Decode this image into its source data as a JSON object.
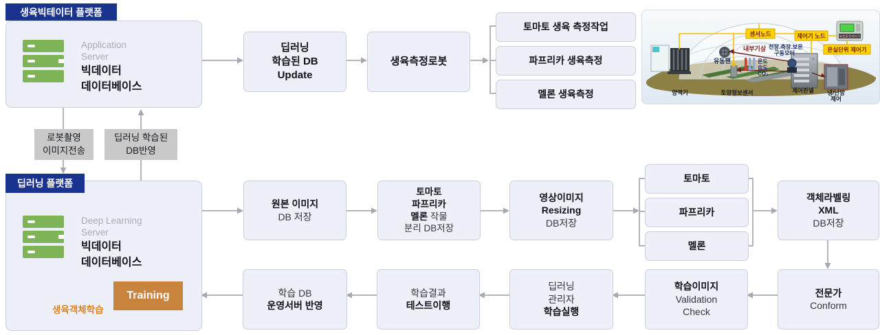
{
  "badges": {
    "growth_platform": "생육빅테이터 플랫폼",
    "deep_platform": "딥러닝 플랫폼"
  },
  "growth_platform": {
    "server_type_1": "Application",
    "server_type_2": "Server",
    "server_name_1": "빅데이터",
    "server_name_2": "데이터베이스"
  },
  "deep_platform": {
    "server_type_1": "Deep Learning",
    "server_type_2": "Server",
    "server_name_1": "빅데이터",
    "server_name_2": "데이터베이스",
    "training_label": "Training",
    "loop_label": "생육객체학습"
  },
  "transfer": {
    "down_1": "로봇촬영",
    "down_2": "이미지전송",
    "up_1": "딥러닝 학습된",
    "up_2": "DB반영"
  },
  "measure_flow": {
    "db_update": {
      "l1": "딥러닝",
      "l2": "학습된 DB",
      "l3": "Update"
    },
    "robot": "생육측정로봇",
    "tasks": [
      "토마토 생육 측정작업",
      "파프리카 생육측정",
      "멜론 생육측정"
    ]
  },
  "learn_flow": {
    "original": {
      "l1": "원본 이미지",
      "l2": "DB 저장"
    },
    "separate": {
      "l1": "토마토",
      "l2": "파프리카",
      "l3b": "멜론",
      "l3r": " 작물",
      "l4": "분리 DB저장"
    },
    "resizing": {
      "l1": "영상이미지",
      "l2": "Resizing",
      "l3": "DB저장"
    },
    "crops": [
      "토마토",
      "파프리카",
      "멜론"
    ],
    "labeling": {
      "l1": "객체라벨링",
      "l2": "XML",
      "l3": "DB저장"
    },
    "expert": {
      "l1": "전문가",
      "l2": "Conform"
    },
    "validation": {
      "l1": "학습이미지",
      "l2": "Validation",
      "l3": "Check"
    },
    "train_exec": {
      "l1": "딥러닝",
      "l2": "관리자",
      "l3": "학습실행"
    },
    "test": {
      "l1": "학습결과",
      "l2": "테스트이행"
    },
    "deploy": {
      "l1": "학습 DB",
      "l2": "운영서버 반영"
    }
  },
  "greenhouse": {
    "tag_sensor": "센서노드",
    "tag_ctrl": "제어기 노드",
    "tag_unit": "온실단위 제어기",
    "device": "복합환경제어기",
    "weather": "내부기상",
    "motor_l1": "천장.측장.보온",
    "motor_l2": "구동모터",
    "temp": "온도",
    "humid": "습도",
    "co2": "CO₂",
    "fan": "유동팬",
    "nutrient": "양액기",
    "soil": "토양정보센서",
    "panel": "제어판넬",
    "hvac_l1": "냉/난방",
    "hvac_l2": "제어"
  },
  "colors": {
    "badge_blue": "#1a338f",
    "box_fill": "#edf0f8",
    "box_border": "#c9cfe0",
    "server_green": "#7fb357",
    "training_orange": "#c8843c",
    "loop_orange": "#e0821e",
    "arrow_gray": "#b2b5bc",
    "dark_arrow": "#4e5d68",
    "tag_yellow": "#ffd400"
  }
}
